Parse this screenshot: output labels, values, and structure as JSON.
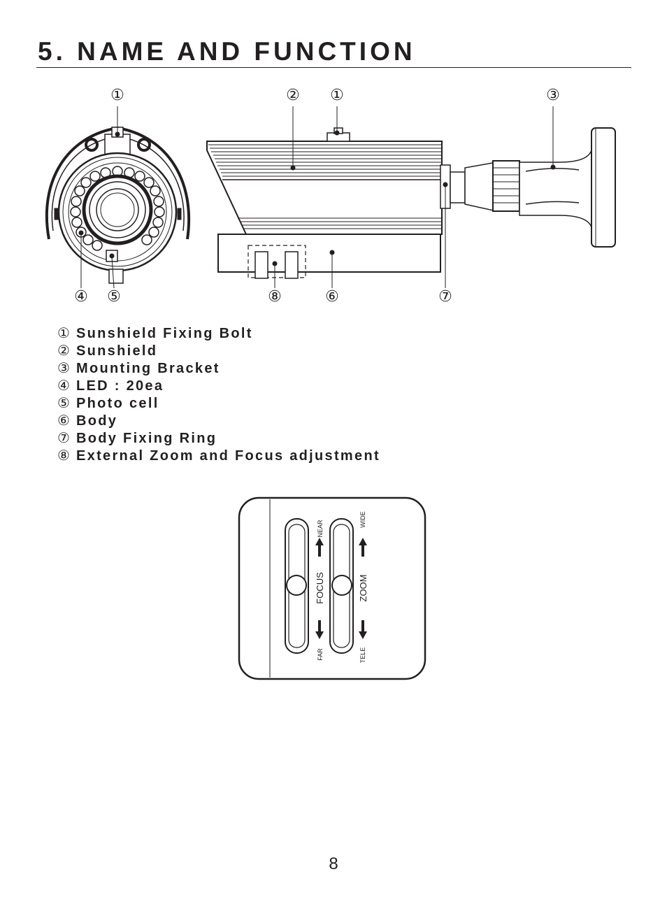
{
  "page": {
    "title": "5. NAME AND FUNCTION",
    "page_number": "8"
  },
  "diagram": {
    "callouts": {
      "front_1": "①",
      "side_2": "②",
      "side_1": "①",
      "side_3": "③",
      "front_4": "④",
      "front_5": "⑤",
      "side_8": "⑧",
      "side_6": "⑥",
      "side_7": "⑦"
    }
  },
  "legend": [
    {
      "marker": "①",
      "label": "Sunshield Fixing Bolt"
    },
    {
      "marker": "②",
      "label": "Sunshield"
    },
    {
      "marker": "③",
      "label": "Mounting Bracket"
    },
    {
      "marker": "④",
      "label": "LED : 20ea"
    },
    {
      "marker": "⑤",
      "label": "Photo cell"
    },
    {
      "marker": "⑥",
      "label": "Body"
    },
    {
      "marker": "⑦",
      "label": "Body Fixing Ring"
    },
    {
      "marker": "⑧",
      "label": "External Zoom and Focus adjustment"
    }
  ],
  "adjustment_panel": {
    "focus_label": "FOCUS",
    "focus_top": "NEAR",
    "focus_bottom": "FAR",
    "zoom_label": "ZOOM",
    "zoom_top": "WIDE",
    "zoom_bottom": "TELE"
  }
}
